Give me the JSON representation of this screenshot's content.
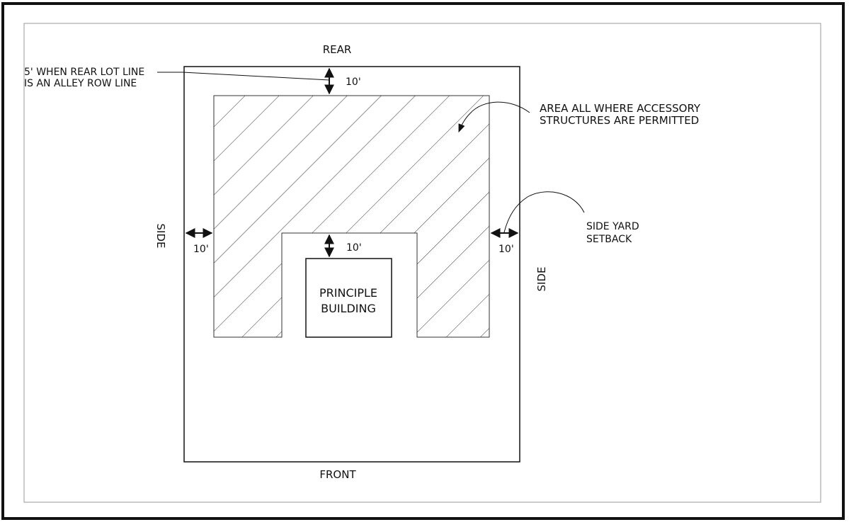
{
  "labels": {
    "rear": "REAR",
    "front": "FRONT",
    "side_left": "SIDE",
    "side_right": "SIDE",
    "rear_note_line1": "5' WHEN REAR LOT LINE",
    "rear_note_line2": "IS AN ALLEY ROW LINE",
    "dim_rear": "10'",
    "dim_building": "10'",
    "dim_side_left": "10'",
    "dim_side_right": "10'",
    "accessory_area_line1": "AREA ALL WHERE ACCESSORY",
    "accessory_area_line2": "STRUCTURES ARE PERMITTED",
    "side_yard_line1": "SIDE YARD",
    "side_yard_line2": "SETBACK",
    "building_line1": "PRINCIPLE",
    "building_line2": "BUILDING"
  },
  "colors": {
    "line": "#111111",
    "hatch": "#333333",
    "frame_inner": "#999999",
    "background": "#ffffff"
  },
  "icons": {
    "dimension_arrow": "double-headed-arrow",
    "leader_arrow": "curved-leader-arrow"
  }
}
